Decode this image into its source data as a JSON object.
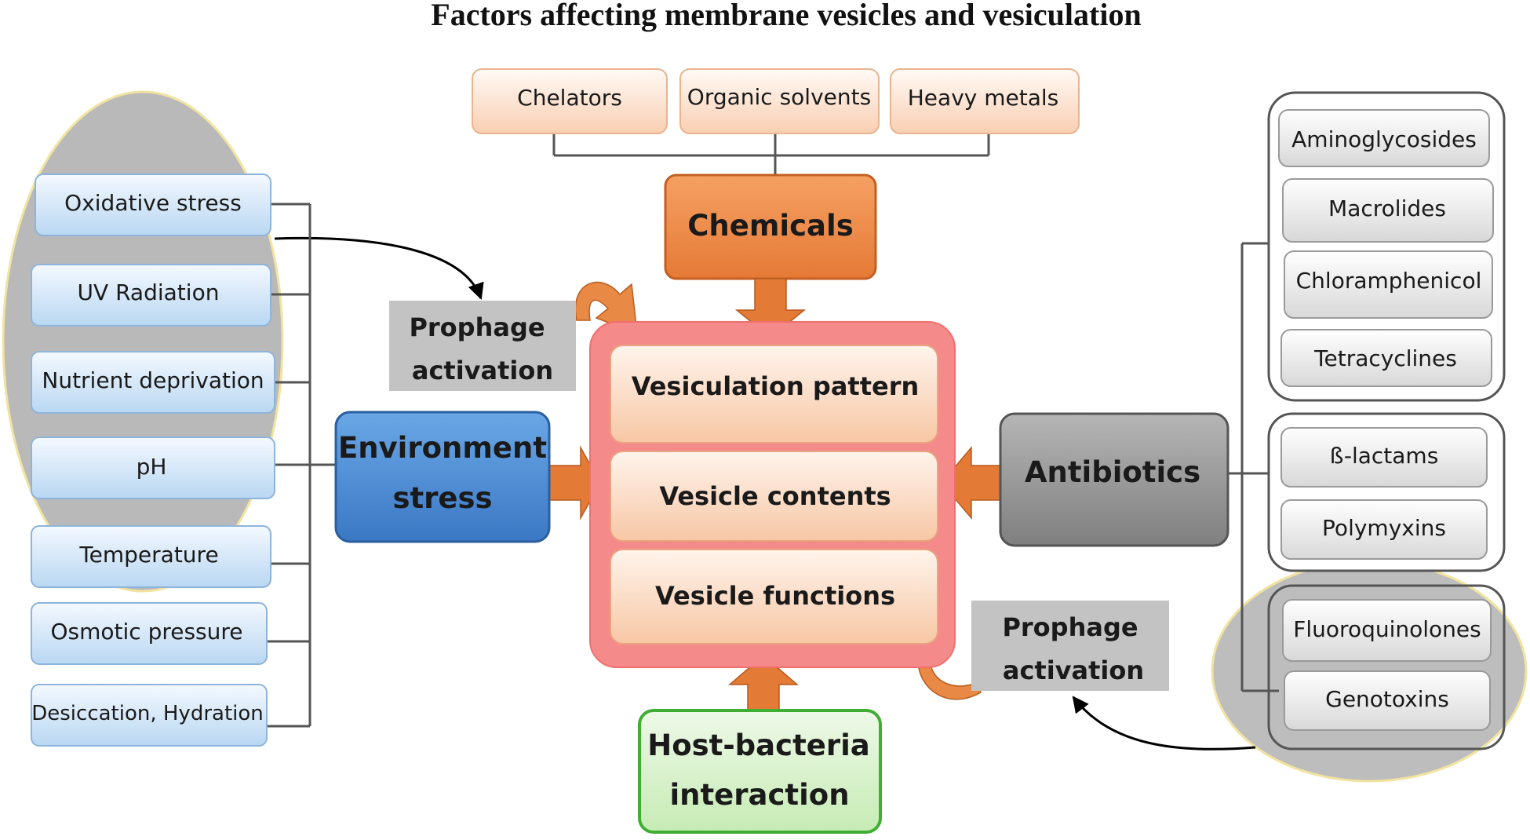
{
  "title": "Factors affecting membrane vesicles and vesiculation",
  "chemicals": {
    "label": "Chemicals",
    "items": [
      "Chelators",
      "Organic solvents",
      "Heavy metals"
    ]
  },
  "environment": {
    "label_line1": "Environment",
    "label_line2": "stress",
    "items": [
      "Oxidative stress",
      "UV Radiation",
      "Nutrient deprivation",
      "pH",
      "Temperature",
      "Osmotic pressure",
      "Desiccation, Hydration"
    ]
  },
  "prophage_left": {
    "line1": "Prophage",
    "line2": "activation"
  },
  "prophage_right": {
    "line1": "Prophage",
    "line2": "activation"
  },
  "center": {
    "items": [
      "Vesiculation pattern",
      "Vesicle contents",
      "Vesicle functions"
    ]
  },
  "antibiotics": {
    "label": "Antibiotics",
    "group1": [
      "Aminoglycosides",
      "Macrolides",
      "Chloramphenicol",
      "Tetracyclines"
    ],
    "group2": [
      "ß-lactams",
      "Polymyxins"
    ],
    "group3": [
      "Fluoroquinolones",
      "Genotoxins"
    ]
  },
  "host": {
    "line1": "Host-bacteria",
    "line2": "interaction"
  },
  "colors": {
    "chemicals": "#ef8a4a",
    "environment": "#4d8fd6",
    "antibiotics": "#9a9a9a",
    "host": "#5cc24a",
    "center_frame": "#f58a8a",
    "arrow": "#e37a35"
  }
}
